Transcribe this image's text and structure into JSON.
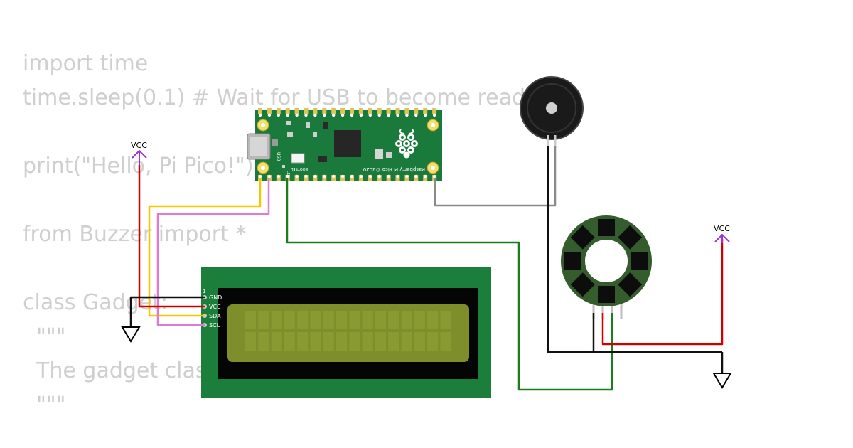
{
  "code_lines": [
    "import time",
    "time.sleep(0.1) # Wait for USB to become ready",
    "",
    "print(\"Hello, Pi Pico!\")",
    "",
    "from Buzzer import *",
    "",
    "class Gadget:",
    "  \"\"\"",
    "  The gadget class",
    "  \"\"\""
  ],
  "pico": {
    "usb_label": "USB",
    "led_label": "LED",
    "bootsel_label": "BOOTSEL",
    "brand_label": "Raspberry Pi Pico ©2020"
  },
  "vcc_label": "VCC",
  "lcd": {
    "pin1_label": "1",
    "pins": [
      "GND",
      "VCC",
      "SDA",
      "SCL"
    ]
  },
  "colors": {
    "pcb_green": "#1a7a3b",
    "lcd_board": "#1b7e3a",
    "lcd_screen": "#7e8e2a",
    "wire_red": "#d10000",
    "wire_yellow": "#f2c900",
    "wire_pink": "#e07ad8",
    "wire_green": "#1a7f1a",
    "wire_gray": "#8a8a8a",
    "wire_black": "#111111",
    "vcc_purple": "#9b30d9"
  },
  "icons": {
    "vcc_symbol": "arrow-up-icon",
    "ground_symbol": "ground-triangle-icon",
    "raspberry_logo": "raspberry-icon"
  }
}
